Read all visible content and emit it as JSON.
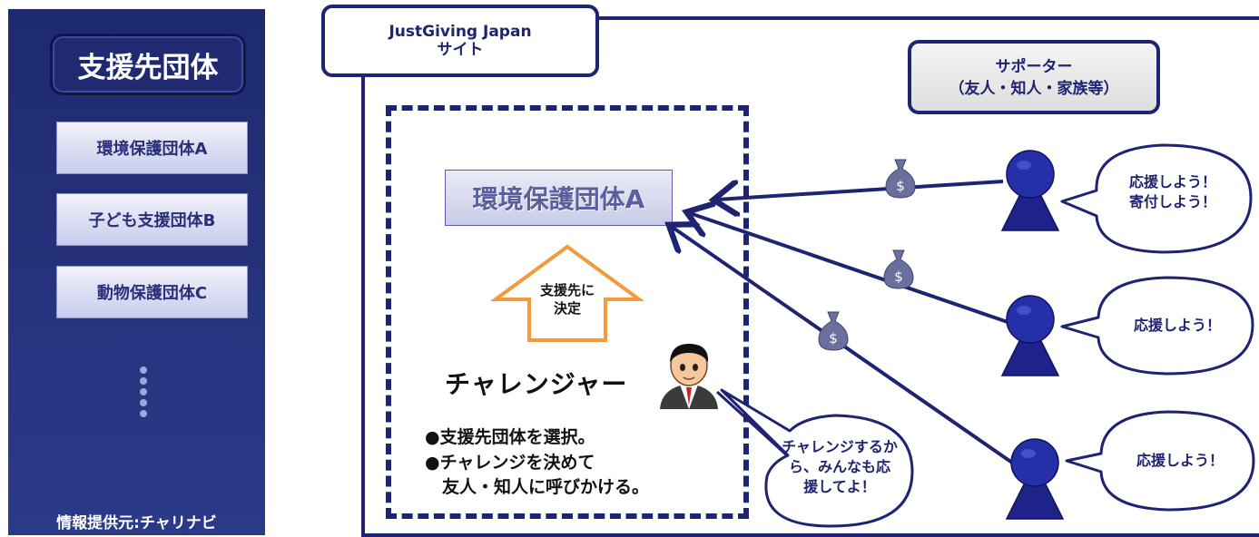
{
  "left_panel": {
    "title": "支援先団体",
    "organizations": [
      {
        "label": "環境保護団体A"
      },
      {
        "label": "子ども支援団体B"
      },
      {
        "label": "動物保護団体C"
      }
    ],
    "source": "情報提供元:チャリナビ"
  },
  "site": {
    "tab_line1": "JustGiving Japan",
    "tab_line2": "サイト"
  },
  "challenger": {
    "selected_org": "環境保護団体A",
    "arrow_label_line1": "支援先に",
    "arrow_label_line2": "決定",
    "title": "チャレンジャー",
    "tasks": [
      "●支援先団体を選択。",
      "●チャレンジを決めて",
      "　友人・知人に呼びかける。"
    ],
    "bubble_lines": [
      "チャレンジするか",
      "ら、みんなも応",
      "援してよ！"
    ]
  },
  "supporters": {
    "label_line1": "サポーター",
    "label_line2": "（友人・知人・家族等）",
    "bubbles": [
      {
        "lines": [
          "応援しよう！",
          "寄付しよう！"
        ]
      },
      {
        "lines": [
          "応援しよう！"
        ]
      },
      {
        "lines": [
          "応援しよう！"
        ]
      }
    ]
  },
  "colors": {
    "navy": "#1e2372",
    "panel": "#26337d",
    "money_bag": "#6b6f9c",
    "arrow_orange": "#f39a3c"
  }
}
